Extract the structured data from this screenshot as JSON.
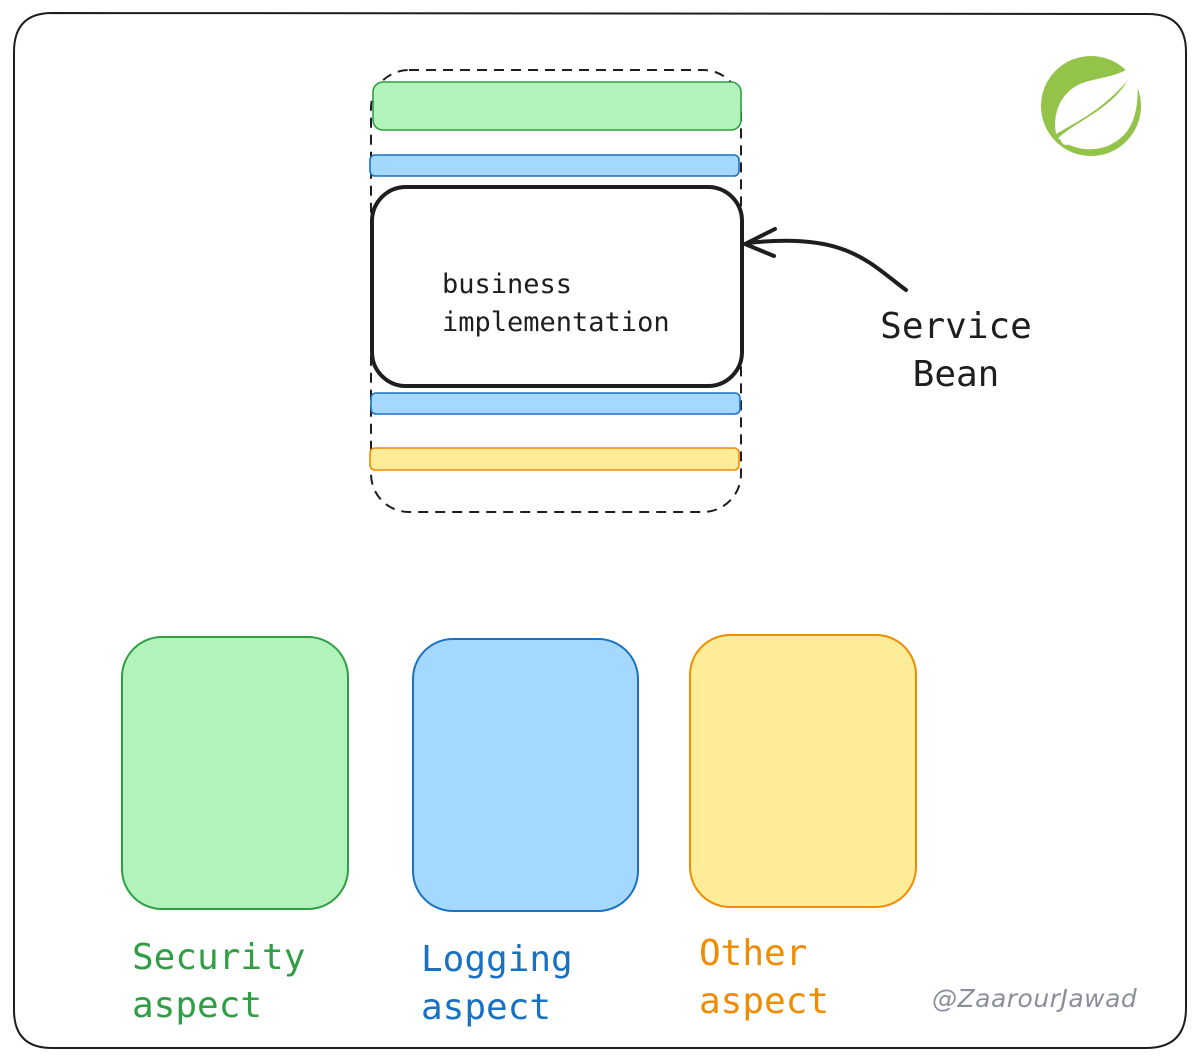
{
  "diagram": {
    "business_label": "business\nimplementation",
    "service_bean_label": "Service\nBean",
    "aspects": [
      {
        "label": "Security\naspect",
        "fill": "#b2f2bb",
        "stroke": "#2f9e44"
      },
      {
        "label": "Logging\naspect",
        "fill": "#a5d8ff",
        "stroke": "#1971c2"
      },
      {
        "label": "Other\naspect",
        "fill": "#ffec99",
        "stroke": "#f08c00"
      }
    ],
    "handle": "@ZaarourJawad",
    "logo_icon": "spring-leaf-icon"
  }
}
